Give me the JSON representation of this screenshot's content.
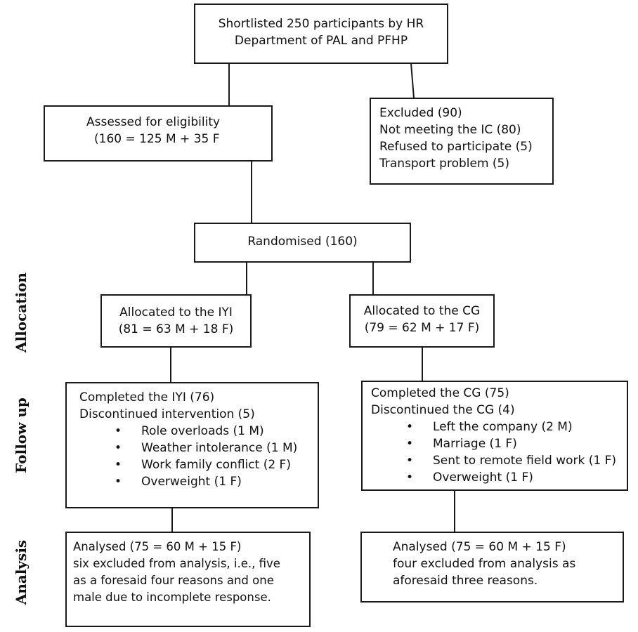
{
  "nodes": {
    "shortlisted": {
      "lines": [
        "Shortlisted 250 participants by HR",
        "Department of PAL and PFHP"
      ]
    },
    "eligibility": {
      "lines": [
        "Assessed for eligibility",
        "(160 = 125 M + 35 F"
      ]
    },
    "excluded": {
      "lines": [
        "Excluded (90)",
        "Not meeting the IC (80)",
        "Refused to participate (5)",
        "Transport problem (5)"
      ]
    },
    "randomised": {
      "lines": [
        "Randomised (160)"
      ]
    },
    "alloc_iyi": {
      "lines": [
        "Allocated to the IYI",
        "(81 = 63 M + 18 F)"
      ]
    },
    "alloc_cg": {
      "lines": [
        "Allocated to the CG",
        "(79 = 62 M + 17 F)"
      ]
    },
    "follow_iyi": {
      "lines": [
        "Completed the IYI (76)",
        "Discontinued intervention (5)"
      ],
      "bullets": [
        "Role overloads (1 M)",
        "Weather intolerance (1 M)",
        "Work family conflict (2 F)",
        "Overweight (1 F)"
      ]
    },
    "follow_cg": {
      "lines": [
        "Completed the CG (75)",
        "Discontinued the CG (4)"
      ],
      "bullets": [
        "Left the company (2 M)",
        "Marriage (1 F)",
        "Sent to remote field work (1 F)",
        "Overweight (1 F)"
      ]
    },
    "analysis_iyi": {
      "lines": [
        "Analysed (75 = 60 M + 15 F)",
        "six excluded from analysis, i.e., five",
        "as a foresaid four reasons and one",
        "male due to incomplete response."
      ]
    },
    "analysis_cg": {
      "lines": [
        "Analysed (75 = 60 M + 15 F)",
        "four excluded from analysis as",
        "aforesaid three reasons."
      ]
    }
  },
  "bullet_symbol": "•",
  "stage_labels": {
    "allocation": "Allocation",
    "follow_up": "Follow up",
    "analysis": "Analysis"
  }
}
